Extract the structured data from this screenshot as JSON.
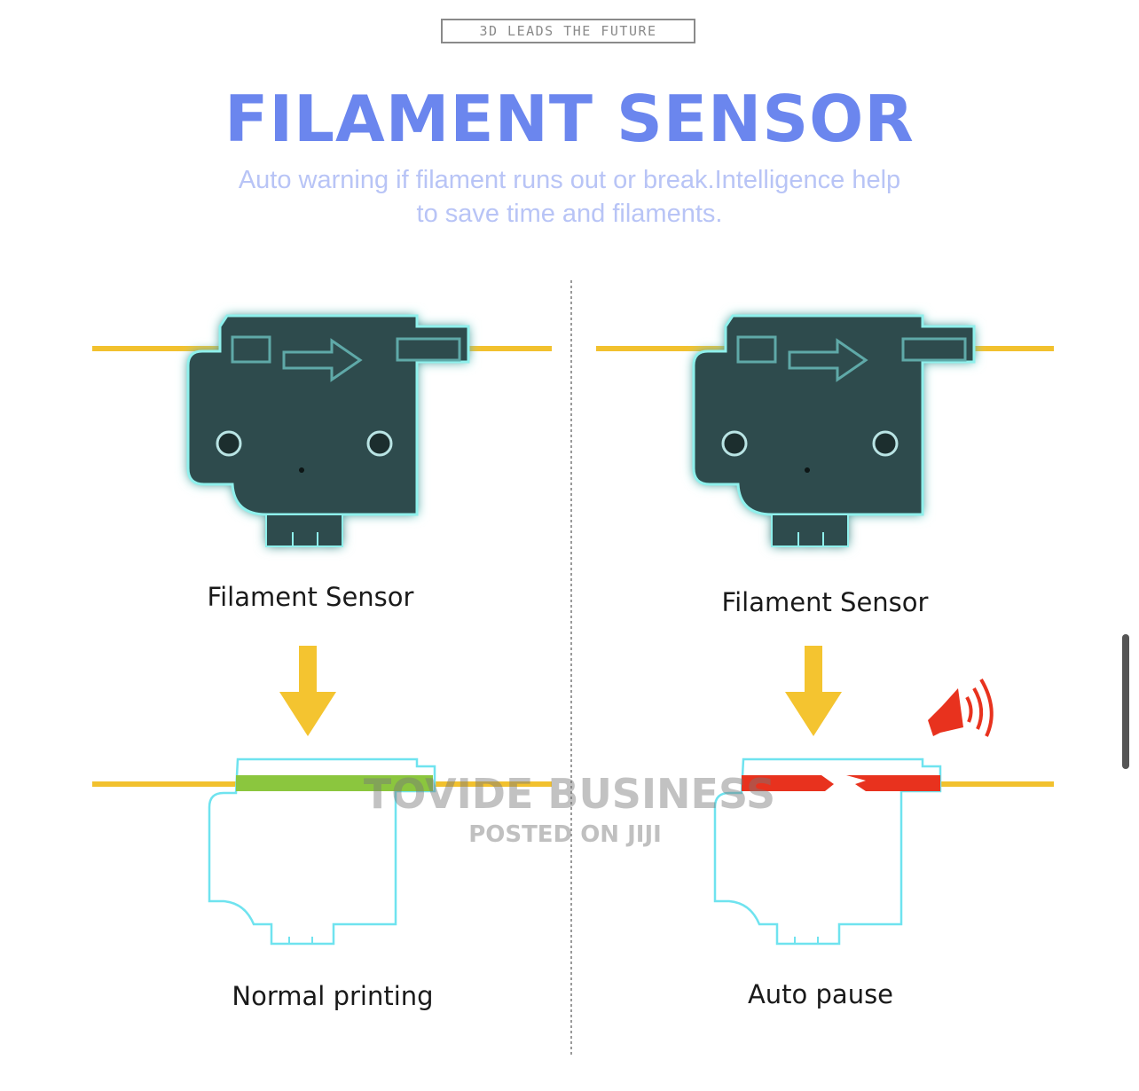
{
  "header": {
    "tagline": "3D LEADS THE FUTURE",
    "title": "FILAMENT SENSOR",
    "subtitle_line1": "Auto warning if filament runs out or break.Intelligence help",
    "subtitle_line2": "to save time and filaments."
  },
  "left_panel": {
    "sensor_label": "Filament Sensor",
    "state_label": "Normal printing"
  },
  "right_panel": {
    "sensor_label": "Filament Sensor",
    "state_label": "Auto pause"
  },
  "watermark": {
    "line1": "TOVIDE BUSINESS",
    "line2": "POSTED ON JIJI"
  },
  "colors": {
    "title": "#6b86ee",
    "filament": "#f2c12e",
    "sensor_body": "#2f4b4d",
    "sensor_glow": "#8ff0ec",
    "outline": "#6fe3ef",
    "normal": "#8bc63e",
    "broken": "#e8321e",
    "arrow": "#f4c430",
    "speaker": "#e8321e"
  }
}
